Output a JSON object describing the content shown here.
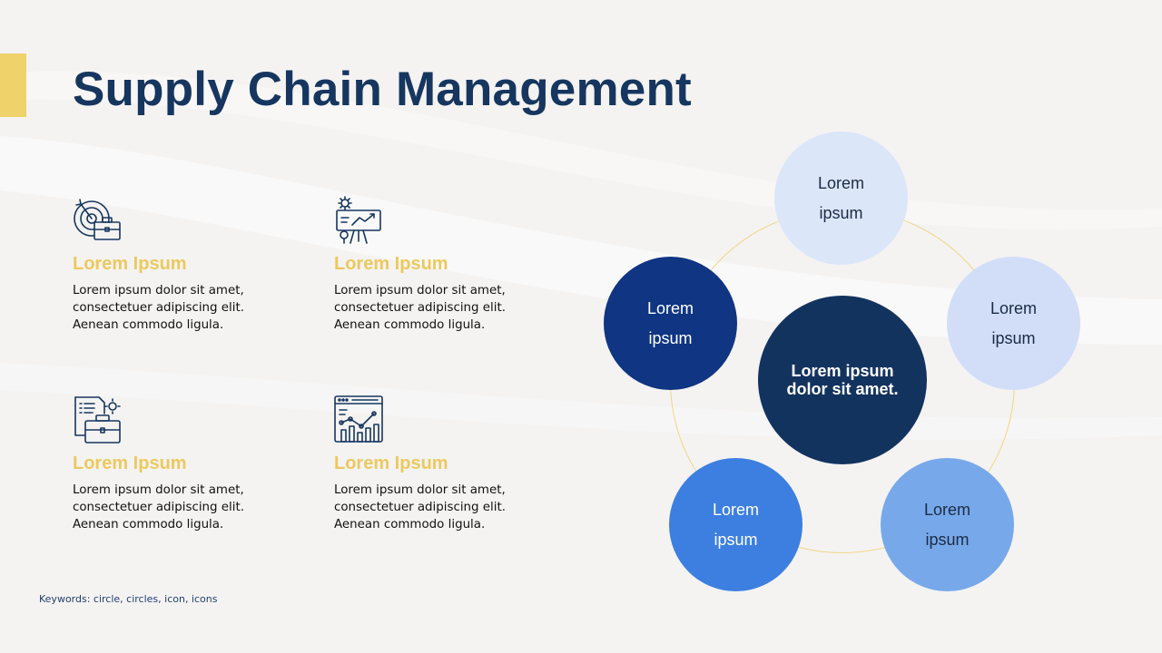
{
  "slide": {
    "title": "Supply Chain Management",
    "keywords": "Keywords: circle, circles, icon, icons",
    "colors": {
      "accent": "#f0d26a",
      "title": "#16365f",
      "feature_title": "#ecc95e"
    }
  },
  "features": [
    {
      "icon": "target-briefcase-icon",
      "title": "Lorem Ipsum",
      "body": [
        "Lorem ipsum dolor sit amet,",
        "consectetuer adipiscing elit.",
        "Aenean commodo ligula."
      ]
    },
    {
      "icon": "presentation-board-icon",
      "title": "Lorem Ipsum",
      "body": [
        "Lorem ipsum dolor sit amet,",
        "consectetuer adipiscing elit.",
        "Aenean commodo ligula."
      ]
    },
    {
      "icon": "document-briefcase-icon",
      "title": "Lorem Ipsum",
      "body": [
        "Lorem ipsum dolor sit amet,",
        "consectetuer adipiscing elit.",
        "Aenean commodo ligula."
      ]
    },
    {
      "icon": "analytics-dashboard-icon",
      "title": "Lorem Ipsum",
      "body": [
        "Lorem ipsum dolor sit amet,",
        "consectetuer adipiscing elit.",
        "Aenean commodo ligula."
      ]
    }
  ],
  "diagram": {
    "center": {
      "line1": "Lorem ipsum",
      "line2": "dolor sit amet.",
      "color": "#13335f"
    },
    "nodes": [
      {
        "line1": "Lorem",
        "line2": "ipsum",
        "color": "#dbe6f9"
      },
      {
        "line1": "Lorem",
        "line2": "ipsum",
        "color": "#d2def8"
      },
      {
        "line1": "Lorem",
        "line2": "ipsum",
        "color": "#77a9ea"
      },
      {
        "line1": "Lorem",
        "line2": "ipsum",
        "color": "#3d7fe0"
      },
      {
        "line1": "Lorem",
        "line2": "ipsum",
        "color": "#0f3583"
      }
    ],
    "ring_color": "#f0d683"
  }
}
